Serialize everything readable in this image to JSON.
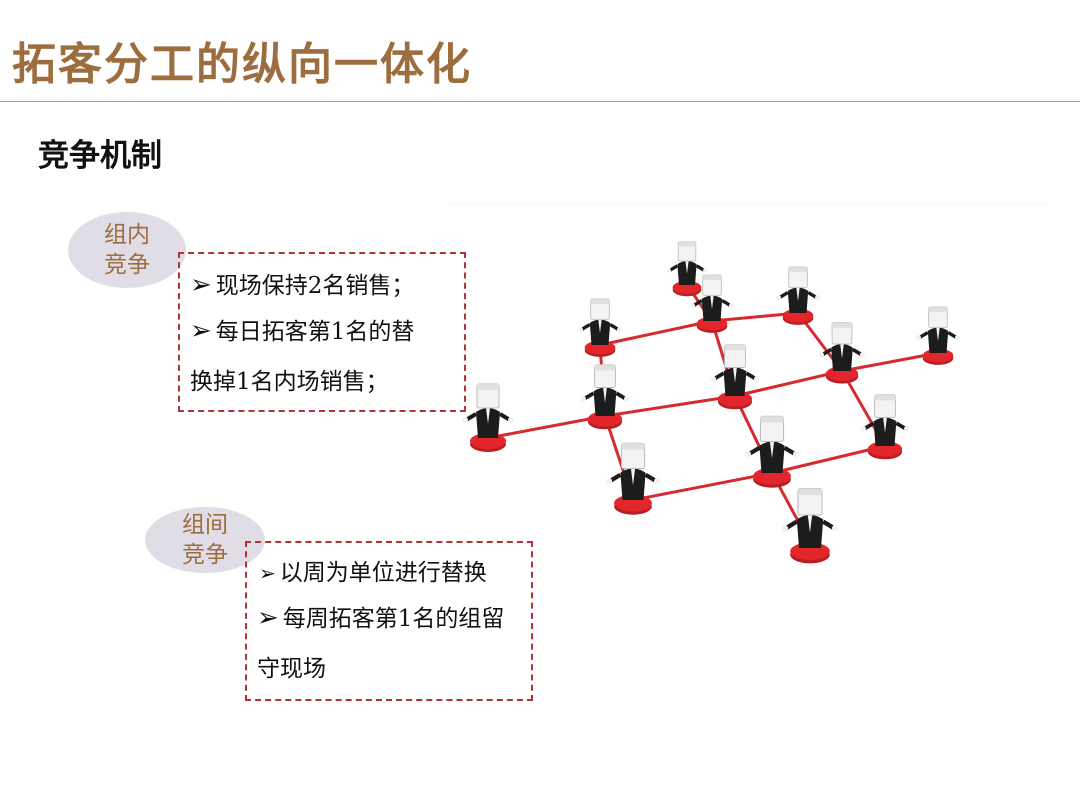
{
  "header": {
    "title": "拓客分工的纵向一体化"
  },
  "section": {
    "title": "竞争机制"
  },
  "intra_group": {
    "tag_line1": "组内",
    "tag_line2": "竞争",
    "line1": "现场保持2名销售；",
    "line2": "每日拓客第1名的替",
    "line3": "换掉1名内场销售；"
  },
  "inter_group": {
    "tag_line1": "组间",
    "tag_line2": "竞争",
    "line1": "以周为单位进行替换",
    "line2": "每周拓客第1名的组留",
    "line3": "守现场"
  },
  "icons": {
    "bullet": "arrowhead-bullet-icon"
  },
  "colors": {
    "title": "#9c6e3f",
    "dashed_border": "#b0343a",
    "oval": "#e1dde6",
    "network_red": "#e2262b"
  }
}
